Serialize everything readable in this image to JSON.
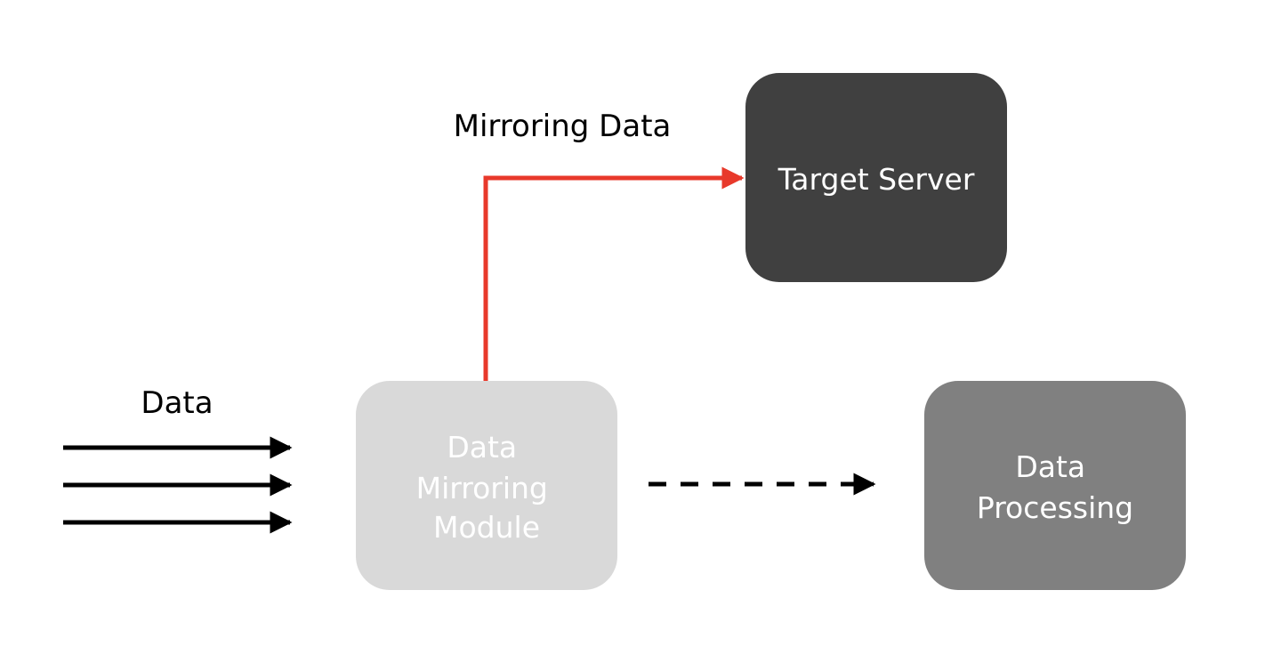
{
  "labels": {
    "input": "Data",
    "mirroring": "Mirroring Data"
  },
  "nodes": {
    "target_server": {
      "lines": [
        "Target Server"
      ],
      "fill": "#404040"
    },
    "mirroring_module": {
      "lines": [
        "Data",
        "Mirroring",
        "Module"
      ],
      "fill": "#d9d9d9"
    },
    "processing": {
      "lines": [
        "Data",
        "Processing"
      ],
      "fill": "#808080"
    }
  },
  "colors": {
    "mirror_arrow": "#e8392b",
    "data_arrow": "#000000",
    "node_text": "#ffffff"
  }
}
